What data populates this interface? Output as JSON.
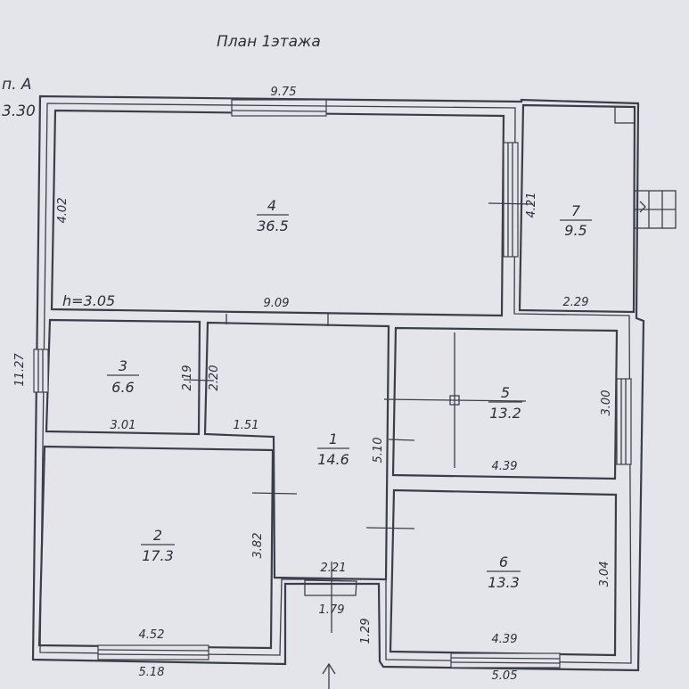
{
  "title": "План 1этажа",
  "axis": {
    "letter": "п. А",
    "level": "3.30"
  },
  "height_note": "h=3.05",
  "rooms": [
    {
      "id": "4",
      "area": "36.5"
    },
    {
      "id": "7",
      "area": "9.5"
    },
    {
      "id": "3",
      "area": "6.6"
    },
    {
      "id": "1",
      "area": "14.6"
    },
    {
      "id": "5",
      "area": "13.2"
    },
    {
      "id": "2",
      "area": "17.3"
    },
    {
      "id": "6",
      "area": "13.3"
    }
  ],
  "dimensions": {
    "top_width": "9.75",
    "room4_height": "4.02",
    "room7_height": "4.21",
    "room4_width": "9.09",
    "room7_width": "2.29",
    "left_total": "11.27",
    "room3_height": "2.19",
    "corridor_height": "2.20",
    "room3_width": "3.01",
    "hall_offset": "1.51",
    "hall_height": "5.10",
    "room5_height": "3.00",
    "room5_width": "4.39",
    "room2_height": "3.82",
    "hall_width": "2.21",
    "porch_width": "1.79",
    "porch_depth": "1.29",
    "room2_width": "4.52",
    "room6_height": "3.04",
    "room6_width": "4.39",
    "bottom_left": "5.18",
    "bottom_right": "5.05"
  }
}
